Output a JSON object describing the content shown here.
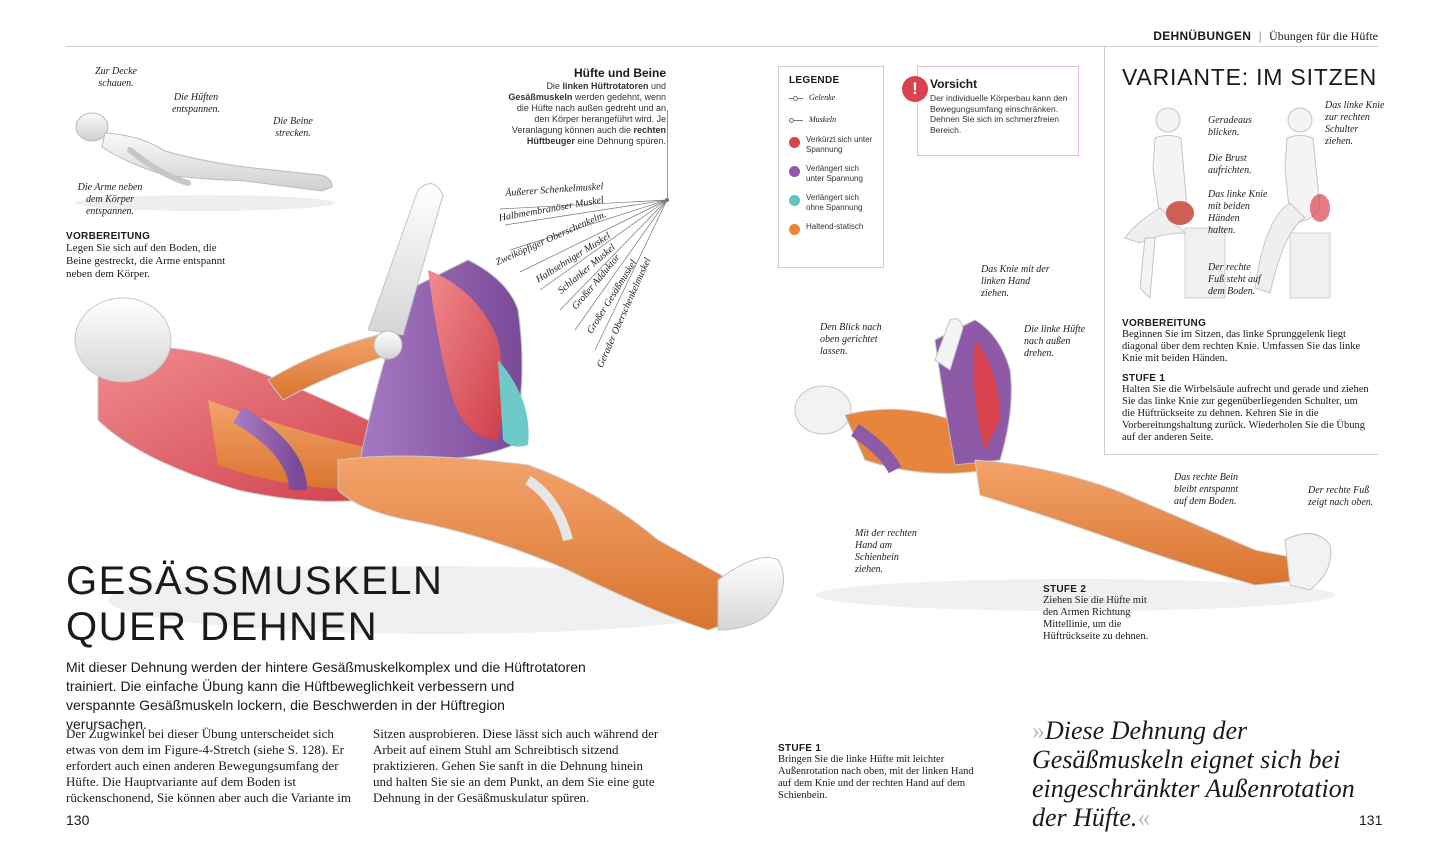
{
  "header": {
    "section": "DEHNÜBUNGEN",
    "subsection": "Übungen für die Hüfte"
  },
  "page_numbers": {
    "left": "130",
    "right": "131"
  },
  "title": {
    "line1": "GESÄSSMUSKELN",
    "line2": "QUER DEHNEN"
  },
  "intro": "Mit dieser Dehnung werden der hintere Gesäßmuskelkomplex und die Hüftrotatoren trainiert. Die einfache Übung kann die Hüftbeweglichkeit verbessern und verspannte Gesäßmuskeln lockern, die Beschwerden in der Hüftregion verursachen.",
  "body_col1": "Der Zugwinkel bei dieser Übung unterscheidet sich etwas von dem im Figure-4-Stretch (siehe S. 128). Er erfordert auch einen anderen Bewegungsumfang der Hüfte. Die Hauptvariante auf dem Boden ist rückenschonend, Sie können aber auch die Variante im",
  "body_col2": "Sitzen ausprobieren. Diese lässt sich auch während der Arbeit auf einem Stuhl am Schreibtisch sitzend praktizieren. Gehen Sie sanft in die Dehnung hinein und halten Sie sie an dem Punkt, an dem Sie eine gute Dehnung in der Gesäßmuskulatur spüren.",
  "prep_left": {
    "heading": "VORBEREITUNG",
    "text": "Legen Sie sich auf den Boden, die Beine gestreckt, die Arme entspannt neben dem Körper."
  },
  "prep_labels": {
    "ceiling": "Zur Decke schauen.",
    "hips": "Die Hüften entspannen.",
    "legs": "Die Beine strecken.",
    "arms": "Die Arme neben dem Körper entspannen."
  },
  "hips_legs": {
    "heading": "Hüfte und Beine",
    "text_pre": "Die ",
    "bold1": "linken Hüftrotatoren",
    "text_mid1": " und ",
    "bold2": "Gesäßmuskeln",
    "text_mid2": " werden gedehnt, wenn die Hüfte nach außen gedreht und an den Körper herangeführt wird. Je Veranlagung können auch die ",
    "bold3": "rechten Hüftbeuger",
    "text_end": " eine Dehnung spüren."
  },
  "muscles": [
    "Äußerer Schenkelmuskel",
    "Halbmembranöser Muskel",
    "Zweiköpfiger Oberschenkelm.",
    "Halbsehniger Muskel",
    "Schlanker Muskel",
    "Großer Adduktor",
    "Großer Gesäßmuskel",
    "Gerader Oberschenkelmuskel"
  ],
  "legend": {
    "title": "LEGENDE",
    "joints": "Gelenke",
    "muscles": "Muskeln",
    "items": [
      {
        "label": "Verkürzt sich unter Spannung",
        "color": "#d9434f"
      },
      {
        "label": "Verlängert sich unter Spannung",
        "color": "#8e5aa8"
      },
      {
        "label": "Verlängert sich ohne Spannung",
        "color": "#5fc4c4"
      },
      {
        "label": "Haltend-statisch",
        "color": "#e8853d"
      }
    ]
  },
  "caution": {
    "title": "Vorsicht",
    "text": "Der individuelle Körperbau kann den Bewegungsumfang einschränken. Dehnen Sie sich im schmerzfreien Bereich.",
    "color": "#d9434f"
  },
  "step1": {
    "heading": "STUFE 1",
    "text": "Bringen Sie die linke Hüfte mit leichter Außenrotation nach oben, mit der linken Hand auf dem Knie und der rechten Hand auf dem Schienbein."
  },
  "step2": {
    "heading": "STUFE 2",
    "text": "Ziehen Sie die Hüfte mit den Armen Richtung Mittellinie, um die Hüftrückseite zu dehnen."
  },
  "step2_labels": {
    "gaze": "Den Blick nach oben gerichtet lassen.",
    "knee": "Das Knie mit der linken Hand ziehen.",
    "hip": "Die linke Hüfte nach außen drehen.",
    "hand": "Mit der rechten Hand am Schienbein ziehen.",
    "rightleg": "Das rechte Bein bleibt entspannt auf dem Boden.",
    "foot": "Der rechte Fuß zeigt nach oben."
  },
  "variant": {
    "title": "VARIANTE: IM SITZEN",
    "labels": {
      "straight": "Geradeaus blicken.",
      "chest": "Die Brust aufrichten.",
      "knee_hands": "Das linke Knie mit beiden Händen halten.",
      "foot_floor": "Der rechte Fuß steht auf dem Boden.",
      "knee_shoulder": "Das linke Knie zur rechten Schulter ziehen."
    },
    "prep_heading": "VORBEREITUNG",
    "prep_text": "Beginnen Sie im Sitzen, das linke Sprunggelenk liegt diagonal über dem rechten Knie. Umfassen Sie das linke Knie mit beiden Händen.",
    "step_heading": "STUFE 1",
    "step_text": "Halten Sie die Wirbelsäule aufrecht und gerade und ziehen Sie das linke Knie zur gegenüberliegenden Schulter, um die Hüftrückseite zu dehnen. Kehren Sie in die Vorbereitungshaltung zurück. Wiederholen Sie die Übung auf der anderen Seite."
  },
  "quote": {
    "open": "»",
    "text": "Diese Dehnung der Gesäßmuskeln eignet sich bei eingeschränkter Außenrotation der Hüfte.",
    "close": "«"
  }
}
